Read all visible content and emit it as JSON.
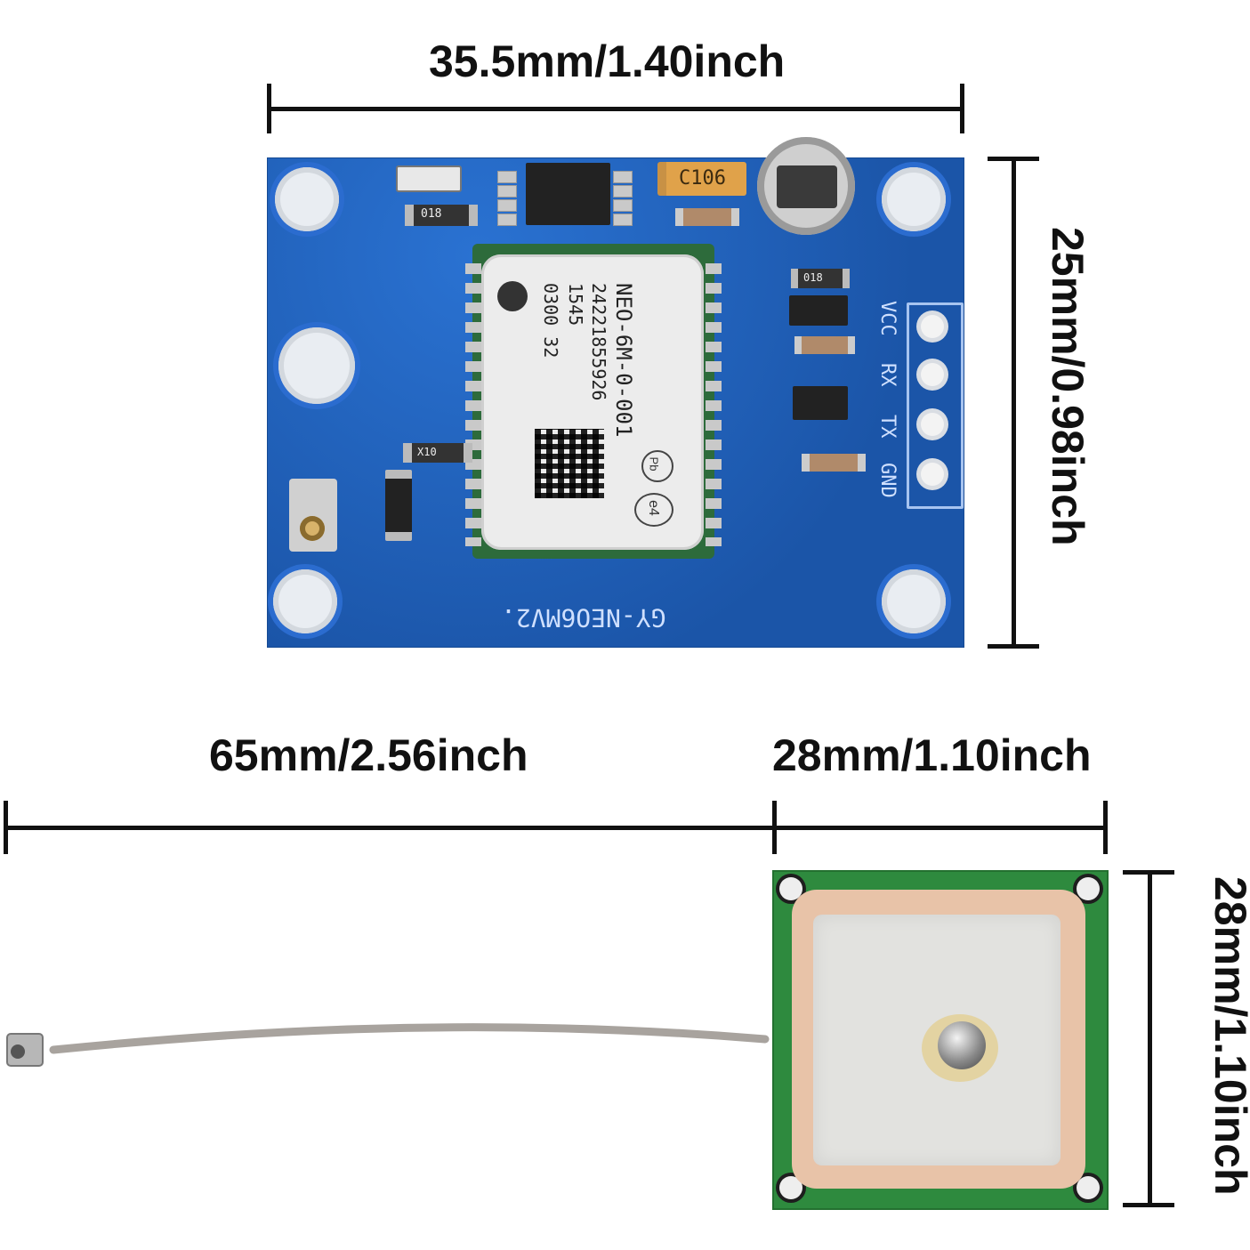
{
  "dimensions": {
    "module_width": "35.5mm/1.40inch",
    "module_height": "25mm/0.98inch",
    "cable_length": "65mm/2.56inch",
    "antenna_width": "28mm/1.10inch",
    "antenna_height": "28mm/1.10inch"
  },
  "module": {
    "chip_lines": [
      "NEO-6M-0-001",
      "24221855926",
      "1545",
      "0300 32"
    ],
    "e4_mark": "e4",
    "pb_mark": "Pb",
    "board_label": "GY-NEO6MV2.",
    "pins": [
      "VCC",
      "RX",
      "TX",
      "GND"
    ],
    "cap_label": "C106",
    "r1": "018",
    "r2": "018",
    "r3": "X10"
  },
  "colors": {
    "board": "#1f5fb8",
    "antenna_pcb": "#2e8a3e",
    "ceramic": "#e8c3a8",
    "cable": "#a8a39e"
  }
}
